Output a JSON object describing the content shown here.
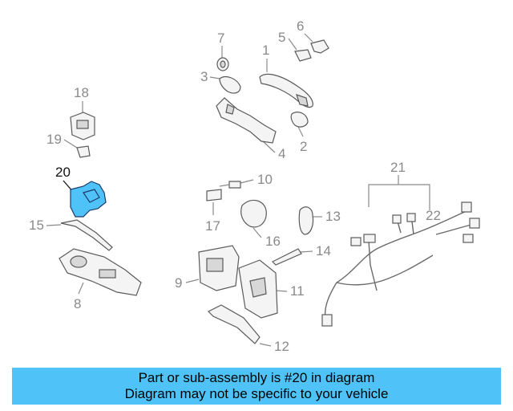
{
  "callouts": {
    "c1": "1",
    "c2": "2",
    "c3": "3",
    "c4": "4",
    "c5": "5",
    "c6": "6",
    "c7": "7",
    "c8": "8",
    "c9": "9",
    "c10": "10",
    "c11": "11",
    "c12": "12",
    "c13": "13",
    "c14": "14",
    "c15": "15",
    "c16": "16",
    "c17": "17",
    "c18": "18",
    "c19": "19",
    "c20": "20",
    "c21": "21",
    "c22": "22"
  },
  "highlighted_part": "20",
  "colors": {
    "highlight": "#4fc3f7",
    "banner": "#4fc3f7",
    "callout": "#8a8a8a",
    "callout_active": "#111111"
  },
  "banner": {
    "line1": "Part or sub-assembly is #20 in diagram",
    "line2": "Diagram may not be specific to your vehicle"
  }
}
